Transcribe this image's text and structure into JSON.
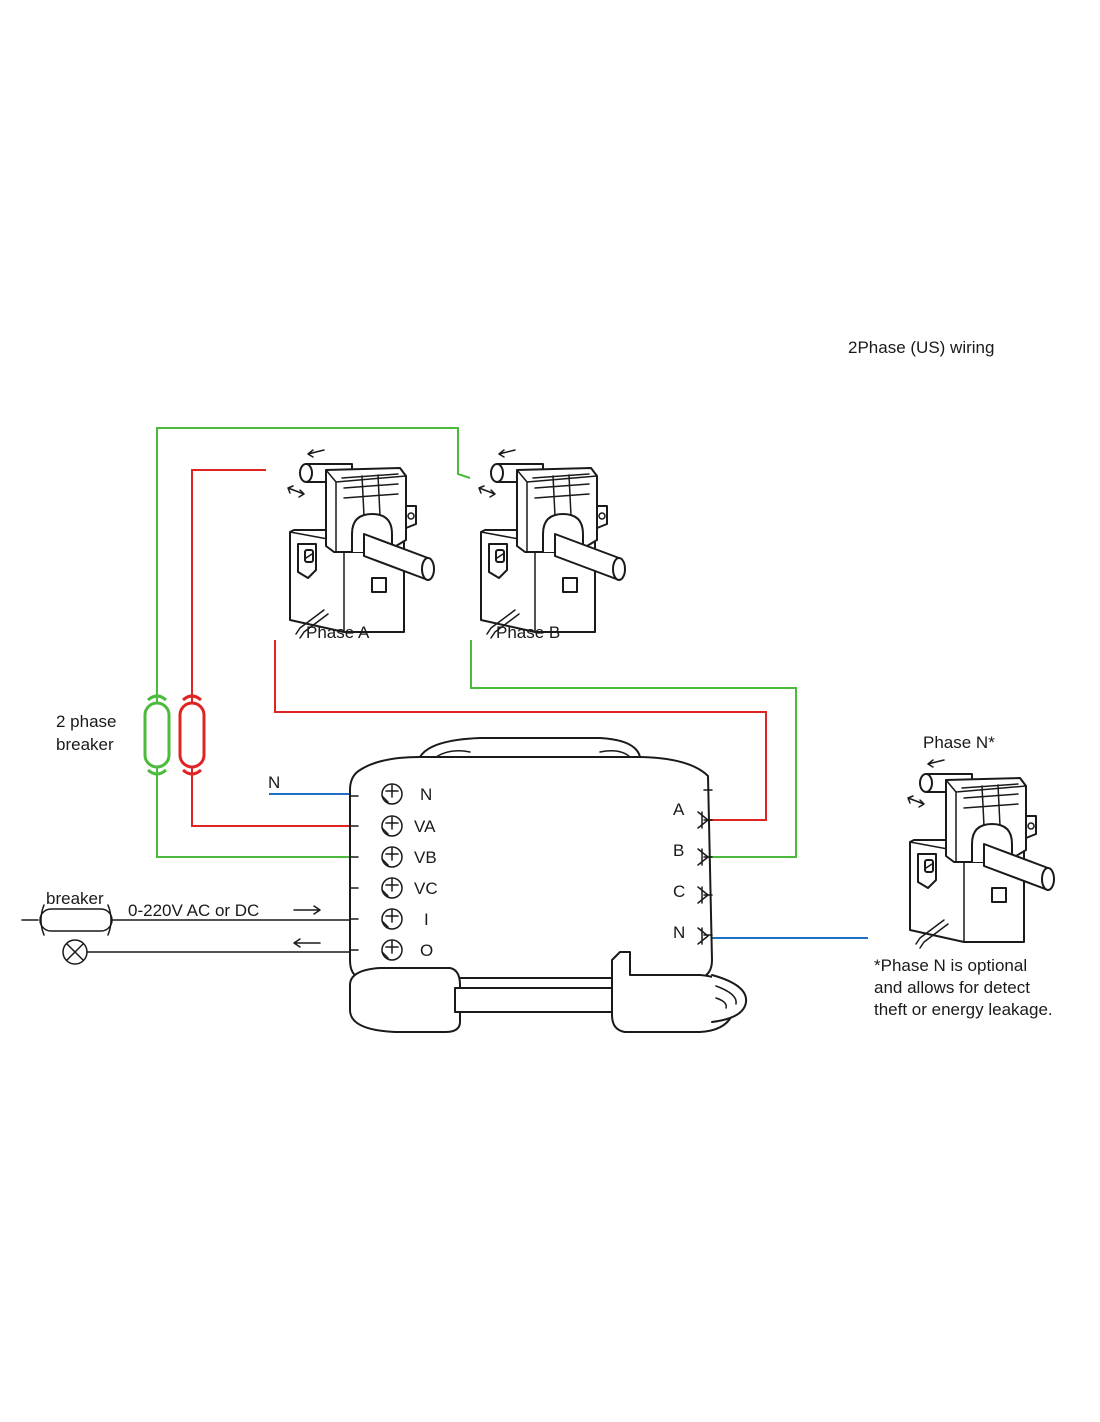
{
  "title": "2Phase (US) wiring",
  "colors": {
    "phase_a_wire": "#e02424",
    "phase_b_wire": "#4cba3c",
    "neutral_wire": "#1f6fc2",
    "ink": "#1a1a1a"
  },
  "current_transformers": [
    {
      "id": "ct-a",
      "label": "Phase A",
      "icon": "split-core-ct-icon"
    },
    {
      "id": "ct-b",
      "label": "Phase B",
      "icon": "split-core-ct-icon"
    },
    {
      "id": "ct-n",
      "label": "Phase N*",
      "icon": "split-core-ct-icon"
    }
  ],
  "breaker_2phase_label": [
    "2 phase",
    "breaker"
  ],
  "left_neutral_label": "N",
  "left_terminals": [
    "N",
    "VA",
    "VB",
    "VC",
    "I",
    "O"
  ],
  "right_terminals": [
    "A",
    "B",
    "C",
    "N"
  ],
  "io_breaker_label": "breaker",
  "io_supply_label": "0-220V AC or DC",
  "phase_n_note": [
    "*Phase N is optional",
    "and allows for detect",
    "theft or energy leakage."
  ]
}
